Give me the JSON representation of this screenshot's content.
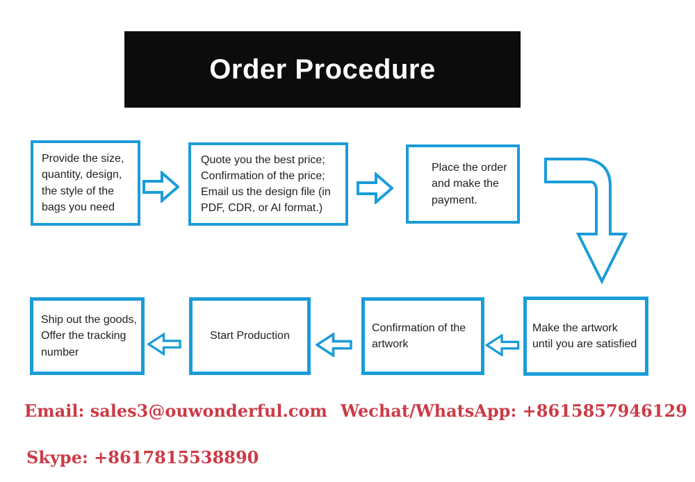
{
  "title": {
    "text": "Order Procedure"
  },
  "steps": [
    {
      "name": "provide-details",
      "text": "Provide the size,\nquantity, design,\nthe style of the\nbags you need"
    },
    {
      "name": "quote-price",
      "text": "Quote you the best price;\nConfirmation of the price;\nEmail us the design file (in\nPDF, CDR, or AI format.)"
    },
    {
      "name": "place-order",
      "text": "Place the order\nand make the\npayment."
    },
    {
      "name": "make-artwork",
      "text": "Make the artwork\nuntil you are satisfied"
    },
    {
      "name": "confirm-artwork",
      "text": "Confirmation of the\nartwork"
    },
    {
      "name": "start-production",
      "text": "Start Production"
    },
    {
      "name": "ship-goods",
      "text": "Ship out the goods,\nOffer the tracking\nnumber"
    }
  ],
  "contacts": [
    {
      "name": "email",
      "text": "Email: sales3@ouwonderful.com"
    },
    {
      "name": "wechat-whatsapp",
      "text": "Wechat/WhatsApp: +8615857946129"
    },
    {
      "name": "skype",
      "text": "Skype: +8617815538890"
    }
  ],
  "colors": {
    "accent_blue": "#1a9cd8",
    "contact_red": "#cc3b46",
    "title_bg": "#0c0c0c",
    "title_fg": "#ffffff"
  }
}
